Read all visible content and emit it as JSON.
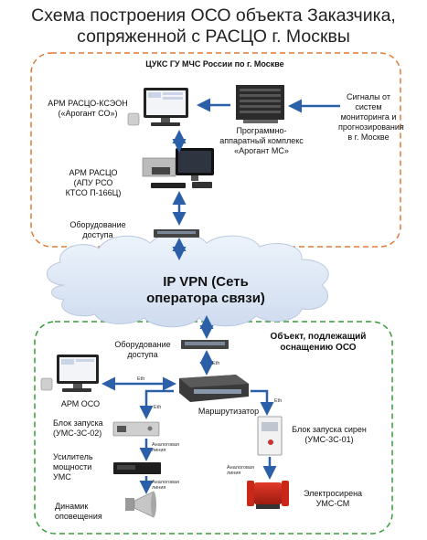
{
  "title_line1": "Схема построения ОСО объекта Заказчика,",
  "title_line2": "сопряженной с РАСЦО г. Москвы",
  "top_zone": {
    "header": "ЦУКС ГУ МЧС России по г. Москве",
    "arm_rasco_ksaon": [
      "АРМ РАСЦО-КСЭОН",
      "(«Арогант СО»)"
    ],
    "arm_rasco": [
      "АРМ РАСЦО",
      "(АПУ РСО",
      "КТСО П-166Ц)"
    ],
    "equipment": [
      "Оборудование",
      "доступа"
    ],
    "complex": [
      "Программно-",
      "аппаратный комплекс",
      "«Арогант МС»"
    ],
    "signals": [
      "Сигналы от",
      "систем",
      "мониторинга и",
      "прогнозирования",
      "в г. Москве"
    ]
  },
  "cloud": {
    "line1": "IP VPN (Сеть",
    "line2": "оператора связи)"
  },
  "bottom_zone": {
    "header": [
      "Объект, подлежащий",
      "оснащению ОСО"
    ],
    "equipment": [
      "Оборудование",
      "доступа"
    ],
    "arm_oso": "АРМ ОСО",
    "router": "Маршрутизатор",
    "launch_block": [
      "Блок запуска",
      "(УМС-3С-02)"
    ],
    "amplifier": [
      "Усилитель",
      "мощности",
      "УМС"
    ],
    "speaker": [
      "Динамик",
      "оповещения"
    ],
    "siren_block": [
      "Блок запуска сирен",
      "(УМС-3С-01)"
    ],
    "siren": [
      "Электросирена",
      "УМС-СМ"
    ],
    "eth": "Eth",
    "analog": [
      "Аналоговая",
      "линия"
    ]
  },
  "colors": {
    "top_border": "#e07b39",
    "bottom_border": "#3a9b3a",
    "arrow": "#2b5fa8",
    "cloud": "#dfe9f7"
  }
}
